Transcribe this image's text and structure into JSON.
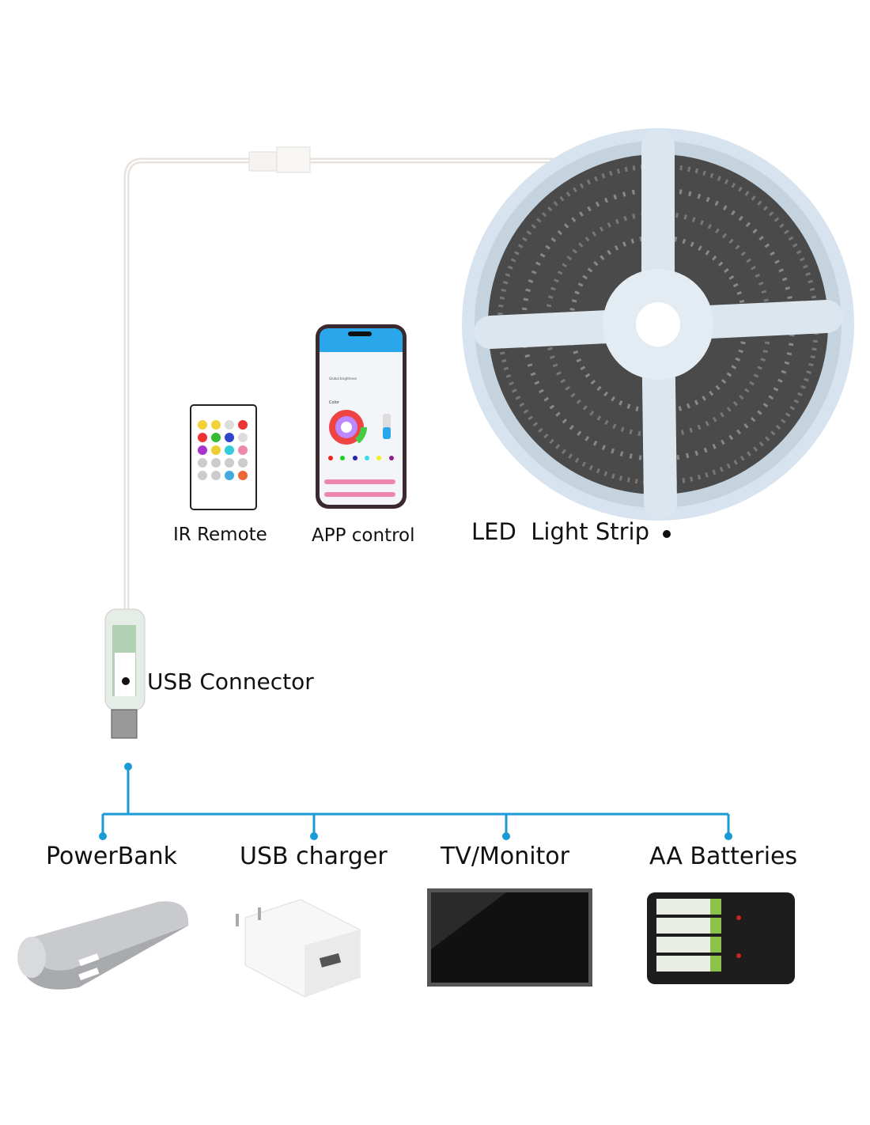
{
  "labels": {
    "ir_remote": "IR Remote",
    "app_control": "APP control",
    "led_strip": "LED  Light Strip",
    "usb_connector": "USB Connector",
    "powerbank": "PowerBank",
    "usb_charger": "USB charger",
    "tv_monitor": "TV/Monitor",
    "aa_batteries": "AA Batteries"
  },
  "phone_screen": {
    "brightness_label": "Global brightness",
    "color_label": "Color"
  },
  "colors": {
    "connector_line": "#1a9ad6",
    "phone_header": "#2aa7ea",
    "reel": "#d7e3ee",
    "strip": "#4a4a4a"
  }
}
